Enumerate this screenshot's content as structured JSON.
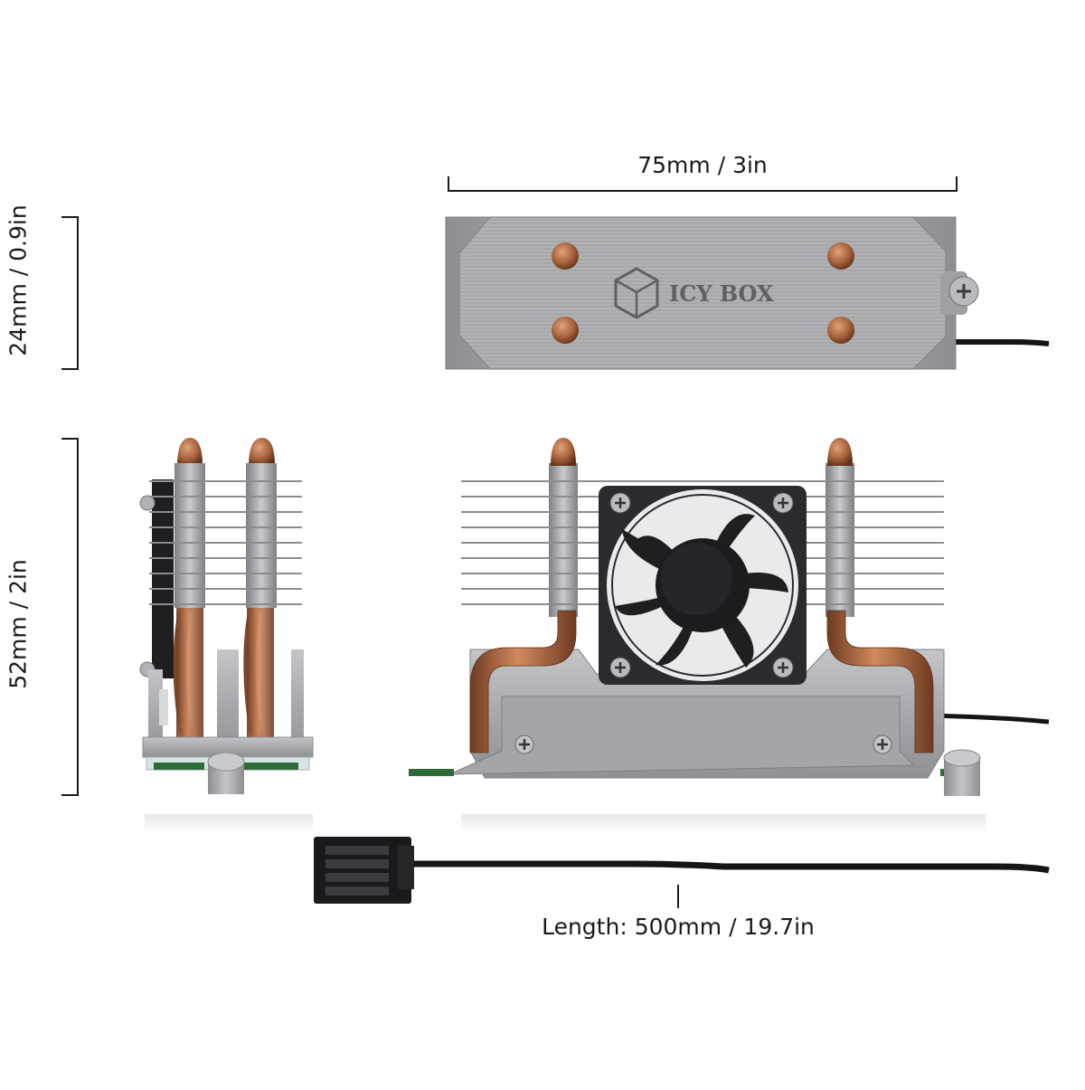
{
  "dimensions": {
    "width": "75mm / 3in",
    "height_top": "24mm / 0.9in",
    "height_side": "52mm / 2in",
    "cable_length": "Length: 500mm / 19.7in"
  },
  "brand": {
    "logo_text": "ICY BOX"
  },
  "colors": {
    "aluminum": "#a9abae",
    "copper": "#b26a43",
    "fan": "#2a2b2e",
    "cable": "#151515",
    "dimension_line": "#1a1a1a"
  }
}
